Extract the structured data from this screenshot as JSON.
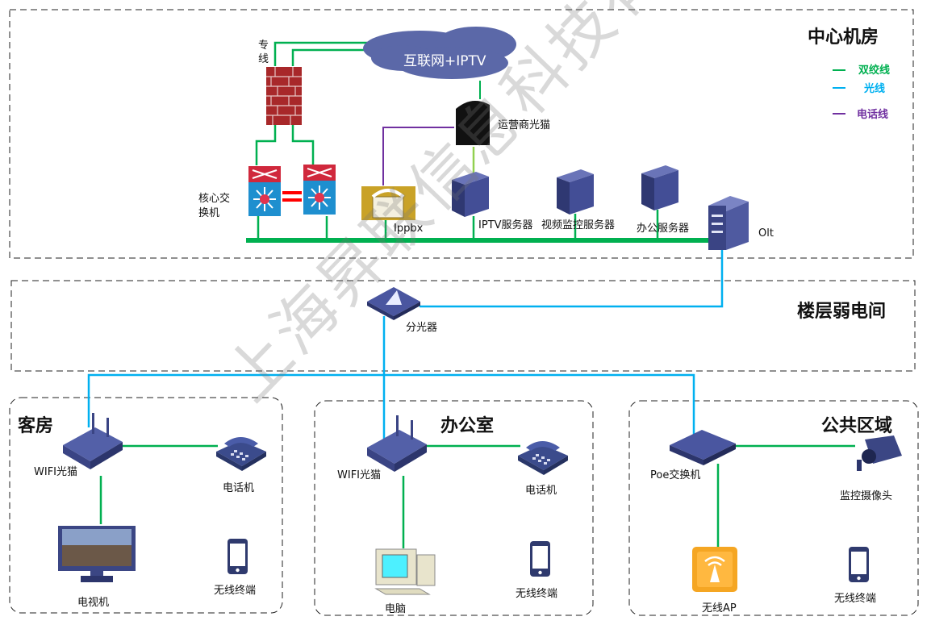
{
  "zones": {
    "center": "中心机房",
    "floor": "楼层弱电间",
    "guest": "客房",
    "office": "办公室",
    "public": "公共区域"
  },
  "legend": [
    {
      "label": "双绞线",
      "color": "#00b050"
    },
    {
      "label": "光线",
      "color": "#00b0f0"
    },
    {
      "label": "电话线",
      "color": "#7030a0"
    }
  ],
  "nodes": {
    "cloud": "互联网+IPTV",
    "leased_line": "专线",
    "core_switch": "核心交换机",
    "modem": "运营商光猫",
    "ippbx": "Ippbx",
    "iptv_server": "IPTV服务器",
    "video_server": "视频监控服务器",
    "office_server": "办公服务器",
    "olt": "Olt",
    "splitter": "分光器",
    "guest_wifi": "WIFI光猫",
    "guest_phone": "电话机",
    "guest_tv": "电视机",
    "guest_mobile": "无线终端",
    "office_wifi": "WIFI光猫",
    "office_phone": "电话机",
    "office_pc": "电脑",
    "office_mobile": "无线终端",
    "poe_switch": "Poe交换机",
    "camera": "监控摄像头",
    "ap": "无线AP",
    "public_mobile": "无线终端"
  },
  "watermark": "上海昇联信息科技有限公司"
}
